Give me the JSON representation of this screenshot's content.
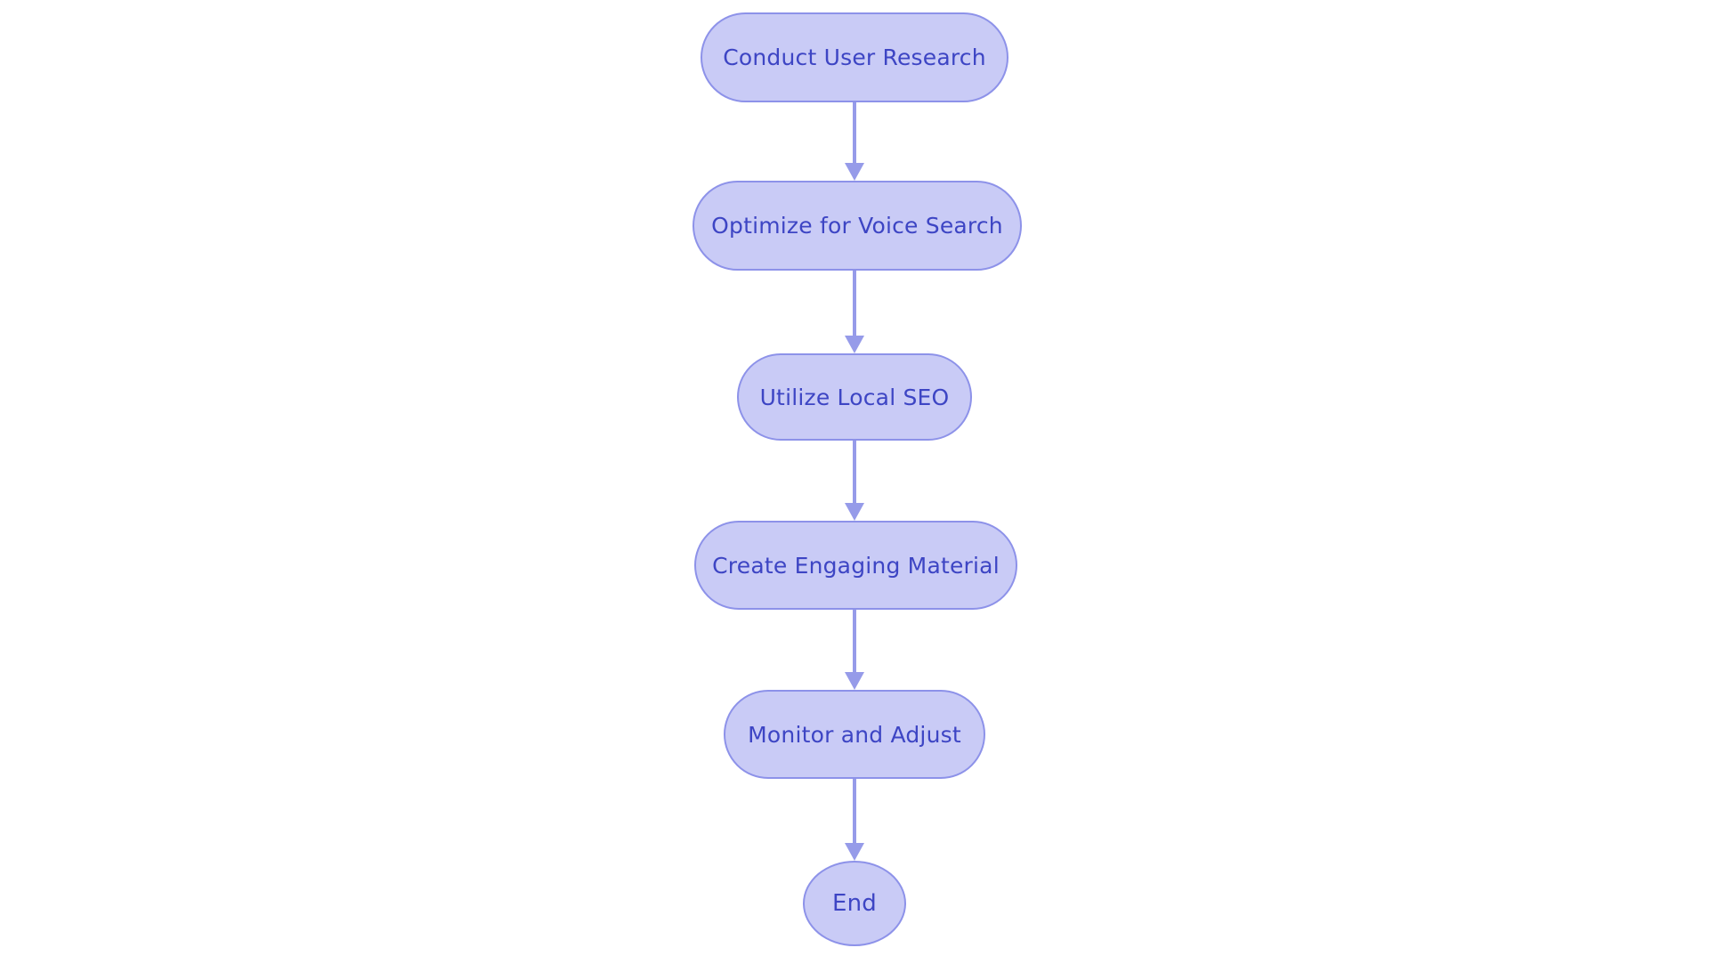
{
  "diagram": {
    "type": "flowchart",
    "direction": "top-down",
    "colors": {
      "background": "#ffffff",
      "node_fill": "#c9cbf6",
      "node_border": "#8d92e9",
      "node_text": "#3d45c4",
      "arrow": "#969be9"
    },
    "nodes": [
      {
        "id": "conduct-user-research",
        "label": "Conduct User Research",
        "shape": "stadium"
      },
      {
        "id": "optimize-for-voice-search",
        "label": "Optimize for Voice Search",
        "shape": "stadium"
      },
      {
        "id": "utilize-local-seo",
        "label": "Utilize Local SEO",
        "shape": "stadium"
      },
      {
        "id": "create-engaging-material",
        "label": "Create Engaging Material",
        "shape": "stadium"
      },
      {
        "id": "monitor-and-adjust",
        "label": "Monitor and Adjust",
        "shape": "stadium"
      },
      {
        "id": "end",
        "label": "End",
        "shape": "circle"
      }
    ],
    "edges": [
      {
        "from": "conduct-user-research",
        "to": "optimize-for-voice-search",
        "arrow": "down"
      },
      {
        "from": "optimize-for-voice-search",
        "to": "utilize-local-seo",
        "arrow": "down"
      },
      {
        "from": "utilize-local-seo",
        "to": "create-engaging-material",
        "arrow": "down"
      },
      {
        "from": "create-engaging-material",
        "to": "monitor-and-adjust",
        "arrow": "down"
      },
      {
        "from": "monitor-and-adjust",
        "to": "end",
        "arrow": "down"
      }
    ]
  }
}
